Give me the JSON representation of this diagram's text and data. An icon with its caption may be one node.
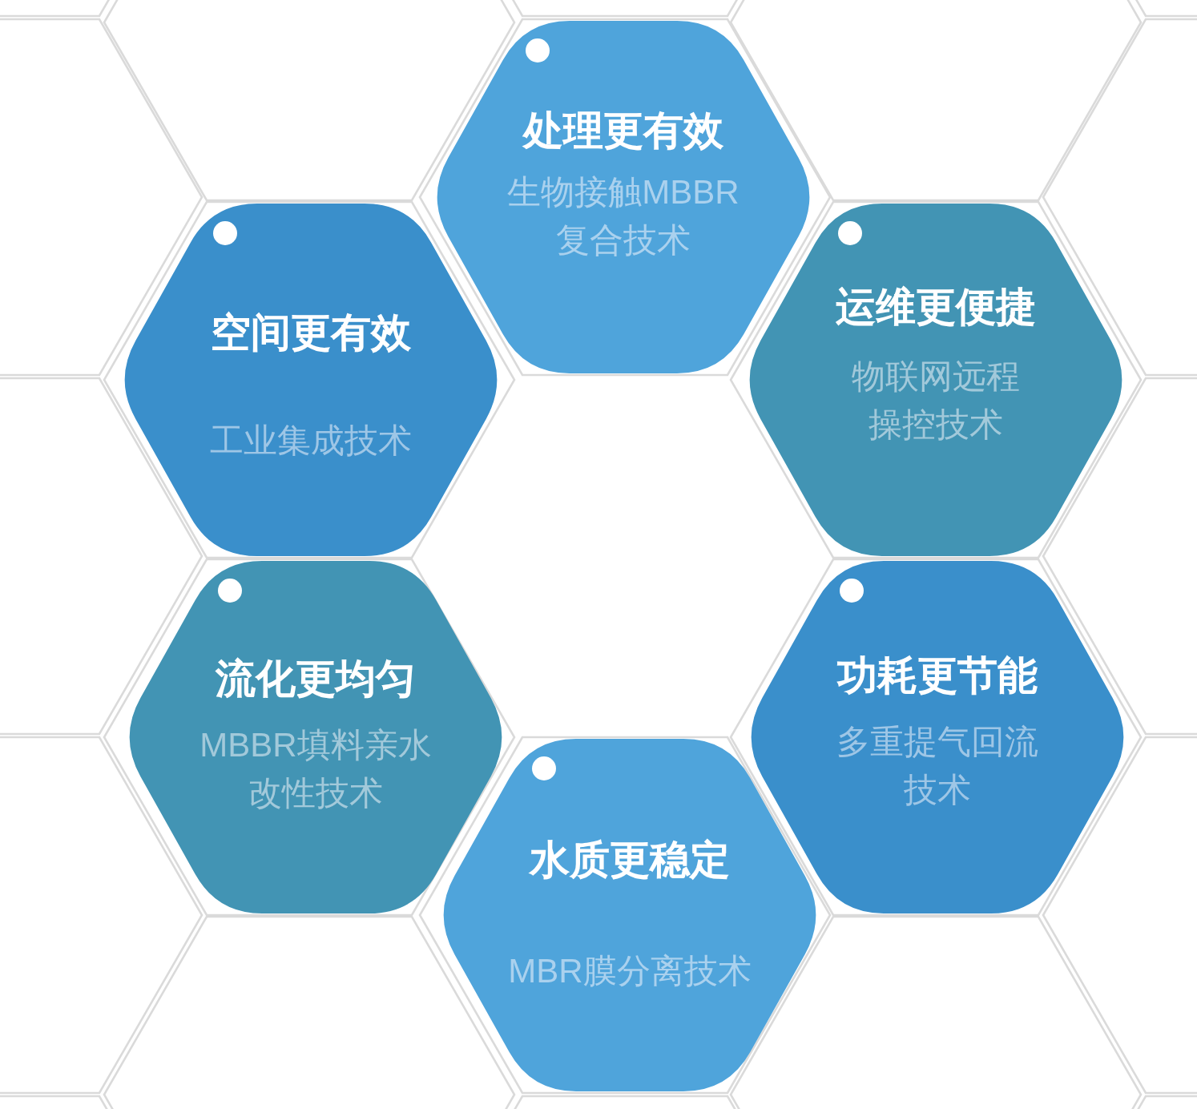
{
  "diagram": {
    "nodes": [
      {
        "text": [
          "处理更有效",
          "生物接触MBBR复合技术"
        ]
      },
      {
        "text": [
          "空间更有效",
          "工业集成技术"
        ]
      },
      {
        "text": [
          "运维更便捷",
          "物联网远程操控技术"
        ]
      },
      {
        "text": [
          "流化更均匀",
          "MBBR填料亲水改性技术"
        ]
      },
      {
        "text": [
          "功耗更节能",
          "多重提气回流技术"
        ]
      },
      {
        "text": [
          "水质更稳定",
          "MBR膜分离技术"
        ]
      }
    ]
  }
}
